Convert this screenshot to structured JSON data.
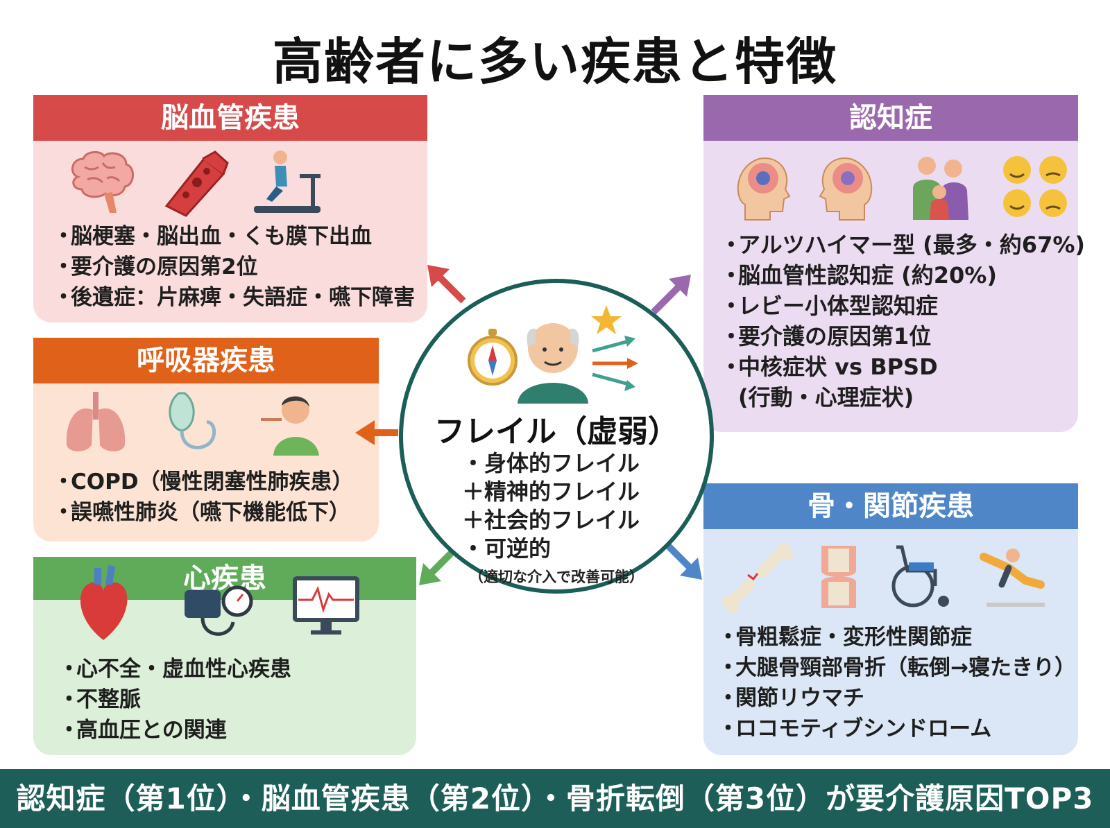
{
  "title": "高齢者に多い疾患と特徴",
  "cerebrovascular": {
    "heading": "脳血管疾患",
    "items": [
      "脳梗塞・脳出血・くも膜下出血",
      "要介護の原因第2位",
      "後遺症：片麻痺・失語症・嚥下障害"
    ],
    "icons": [
      "brain-icon",
      "blood-vessel-icon",
      "rehabilitation-icon"
    ],
    "color": "#d64a4a"
  },
  "respiratory": {
    "heading": "呼吸器疾患",
    "items": [
      "COPD（慢性閉塞性肺疾患）",
      "誤嚥性肺炎（嚥下機能低下）"
    ],
    "icons": [
      "lungs-icon",
      "oxygen-mask-icon",
      "patient-eating-icon"
    ],
    "color": "#e0621a"
  },
  "heart": {
    "heading": "心疾患",
    "items": [
      "心不全・虚血性心疾患",
      "不整脈",
      "高血圧との関連"
    ],
    "icons": [
      "heart-icon",
      "blood-pressure-monitor-icon",
      "ecg-monitor-icon"
    ],
    "color": "#5fab5a"
  },
  "dementia": {
    "heading": "認知症",
    "items": [
      "アルツハイマー型 (最多・約67%)",
      "脳血管性認知症 (約20%)",
      "レビー小体型認知症",
      "要介護の原因第1位",
      "中核症状 vs BPSD",
      "(行動・心理症状)"
    ],
    "icons": [
      "head-gear-icon",
      "head-gear-icon",
      "family-icon",
      "emotion-faces-icon"
    ],
    "color": "#9a69ad"
  },
  "bone": {
    "heading": "骨・関節疾患",
    "items": [
      "骨粗鬆症・変形性関節症",
      "大腿骨頸部骨折（転倒→寝たきり）",
      "関節リウマチ",
      "ロコモティブシンドローム"
    ],
    "icons": [
      "bone-fracture-icon",
      "knee-joint-icon",
      "wheelchair-icon",
      "falling-person-icon"
    ],
    "color": "#4e86c8"
  },
  "center": {
    "title": "フレイル（虚弱）",
    "items": [
      "・身体的フレイル",
      "＋精神的フレイル",
      "＋社会的フレイル",
      "・可逆的"
    ],
    "note": "（適切な介入で改善可能）",
    "icons": [
      "compass-icon",
      "elderly-man-icon",
      "star-arrows-icon"
    ],
    "border_color": "#1b5e57"
  },
  "footer": {
    "text": "認知症（第1位）・脳血管疾患（第2位）・骨折転倒（第3位）が要介護原因TOP3",
    "color": "#1d5f58"
  }
}
